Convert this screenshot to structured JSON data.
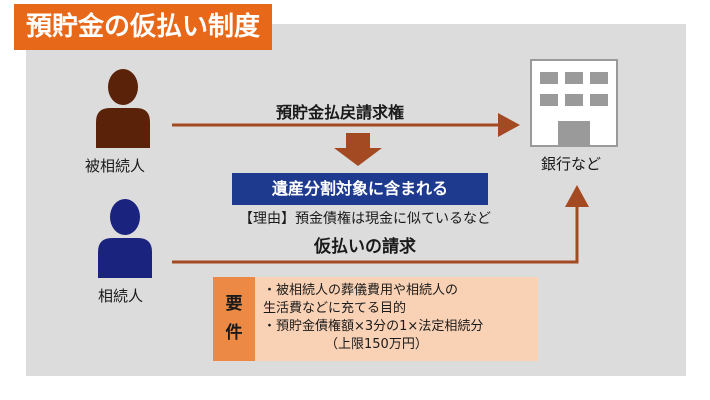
{
  "title": "預貯金の仮払い制度",
  "deceased": {
    "label": "被相続人"
  },
  "heir": {
    "label": "相続人"
  },
  "bank": {
    "label": "銀行など"
  },
  "top_arrow_label": "預貯金払戻請求権",
  "blue_box": "遺産分割対象に含まれる",
  "reason": "【理由】預金債権は現金に似ているなど",
  "request": "仮払いの請求",
  "requirements": {
    "tag_line1": "要",
    "tag_line2": "件",
    "lines": [
      "・被相続人の葬儀費用や相続人の",
      "生活費などに充てる目的",
      "・預貯金債権額×3分の1×法定相続分",
      "（上限150万円）"
    ]
  },
  "colors": {
    "title_bg": "#e8681a",
    "arrow": "#a34a22",
    "deceased_figure": "#5a2208",
    "heir_figure": "#1a237e",
    "blue_box": "#1d3a8f",
    "req_tag": "#ec8a45",
    "req_box": "#f9d2b6",
    "panel": "#dcdcdc"
  },
  "icons": [
    "person-icon",
    "person-icon",
    "building-icon"
  ]
}
